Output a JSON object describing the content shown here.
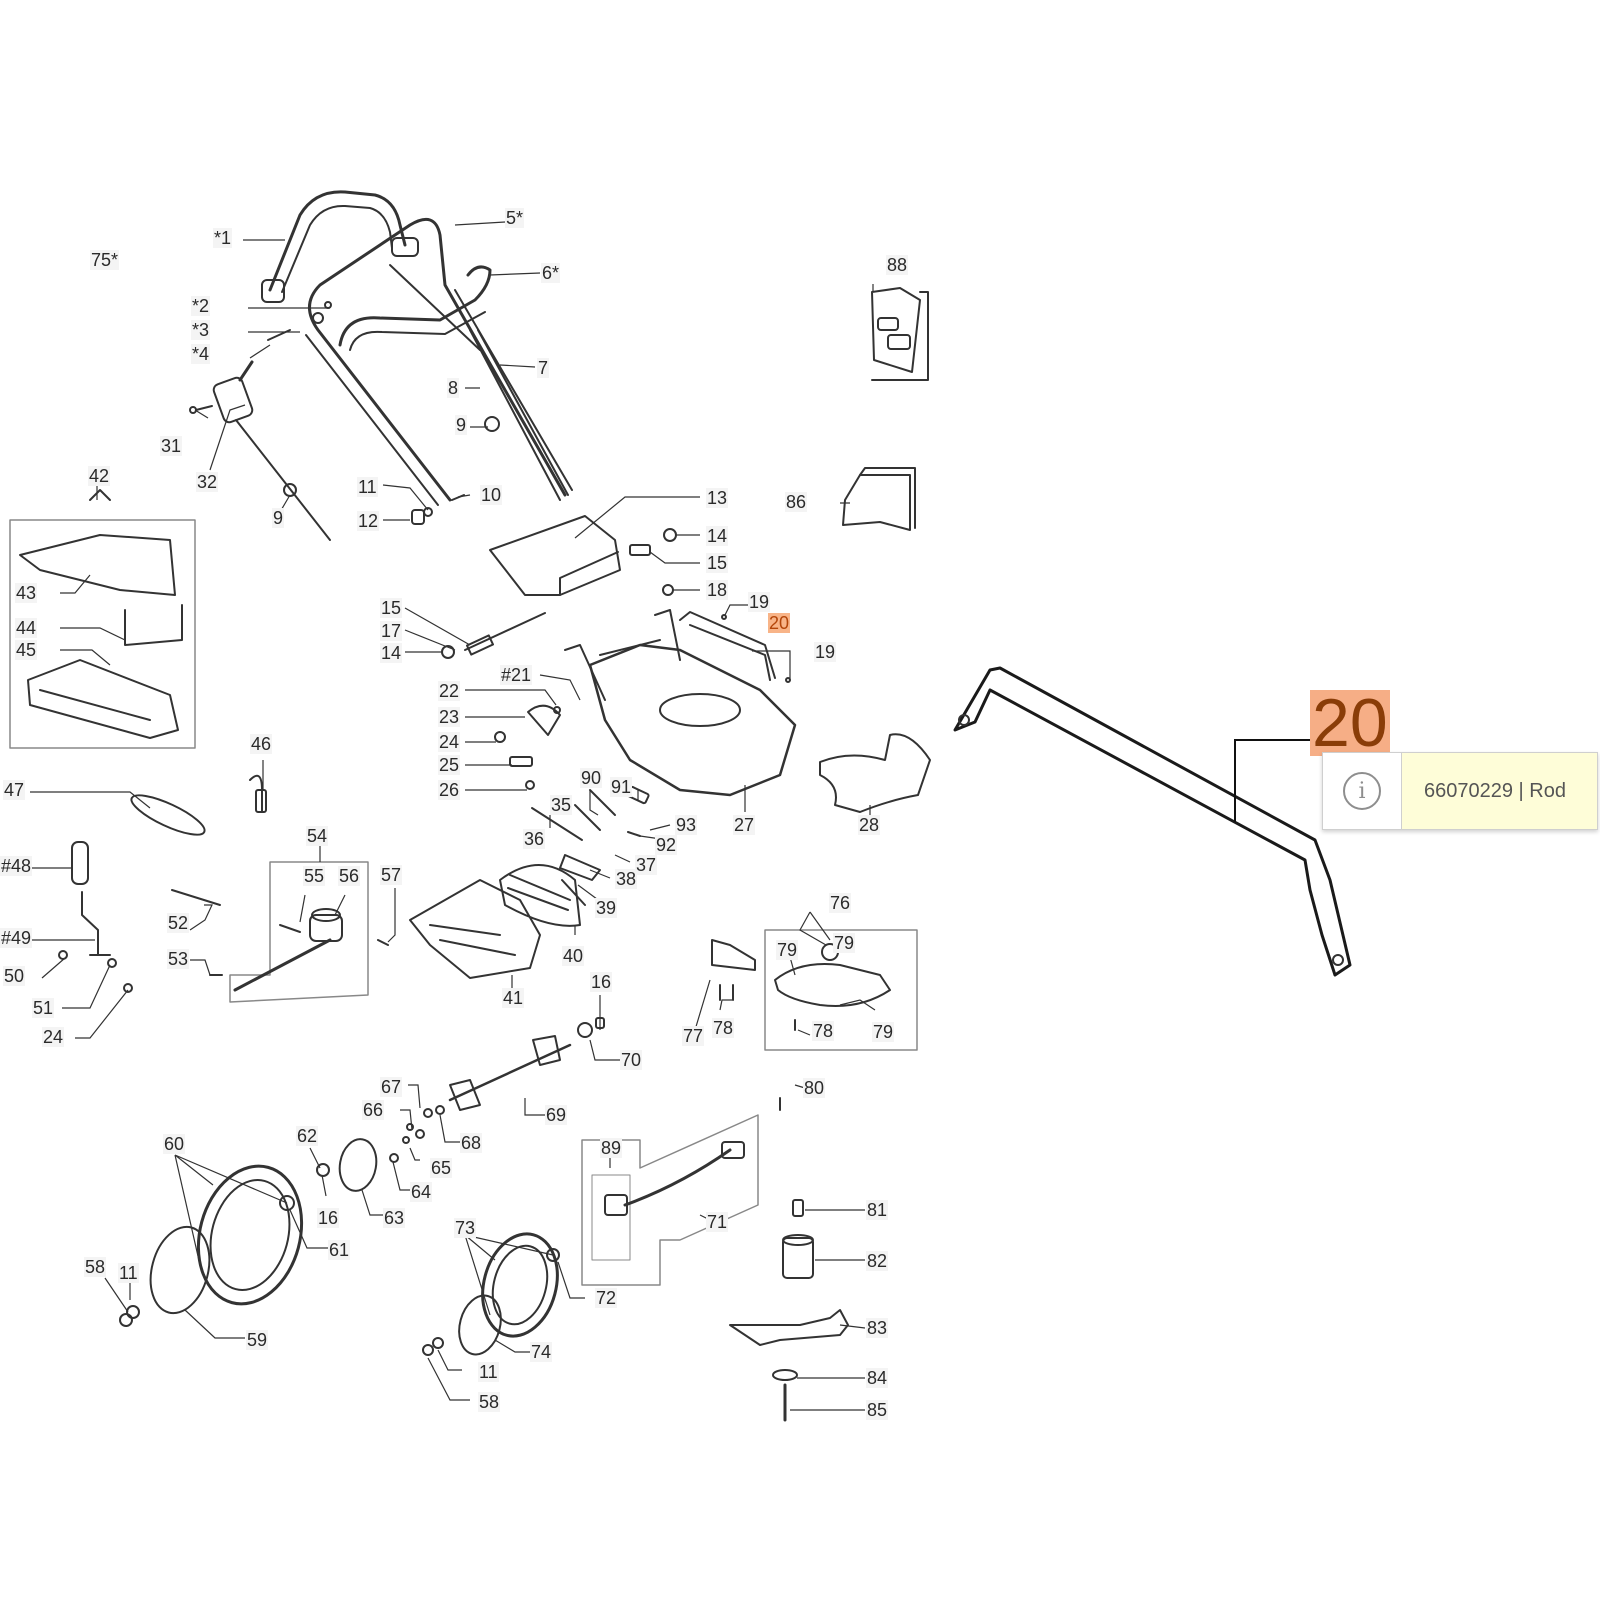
{
  "diagram": {
    "title": "Lawn mower exploded parts diagram",
    "selected_part": {
      "callout": "20",
      "part_number": "66070229",
      "separator": " | ",
      "description": "Rod",
      "tooltip_text": "66070229 | Rod",
      "highlight_color": "#f6ae86",
      "icon": "info-icon"
    },
    "callouts": [
      {
        "id": "c75",
        "text": "75*"
      },
      {
        "id": "c1",
        "text": "*1"
      },
      {
        "id": "c5",
        "text": "5*"
      },
      {
        "id": "c6",
        "text": "6*"
      },
      {
        "id": "c2",
        "text": "*2"
      },
      {
        "id": "c3",
        "text": "*3"
      },
      {
        "id": "c4",
        "text": "*4"
      },
      {
        "id": "c7",
        "text": "7"
      },
      {
        "id": "c8",
        "text": "8"
      },
      {
        "id": "c9a",
        "text": "9"
      },
      {
        "id": "c31",
        "text": "31"
      },
      {
        "id": "c32",
        "text": "32"
      },
      {
        "id": "c9b",
        "text": "9"
      },
      {
        "id": "c11a",
        "text": "11"
      },
      {
        "id": "c10",
        "text": "10"
      },
      {
        "id": "c12",
        "text": "12"
      },
      {
        "id": "c88",
        "text": "88"
      },
      {
        "id": "c86",
        "text": "86"
      },
      {
        "id": "c13",
        "text": "13"
      },
      {
        "id": "c14a",
        "text": "14"
      },
      {
        "id": "c15a",
        "text": "15"
      },
      {
        "id": "c18",
        "text": "18"
      },
      {
        "id": "c19a",
        "text": "19"
      },
      {
        "id": "c20",
        "text": "20"
      },
      {
        "id": "c19b",
        "text": "19"
      },
      {
        "id": "c42",
        "text": "42"
      },
      {
        "id": "c43",
        "text": "43"
      },
      {
        "id": "c44",
        "text": "44"
      },
      {
        "id": "c45",
        "text": "45"
      },
      {
        "id": "c15b",
        "text": "15"
      },
      {
        "id": "c17",
        "text": "17"
      },
      {
        "id": "c14b",
        "text": "14"
      },
      {
        "id": "c21",
        "text": "#21"
      },
      {
        "id": "c22",
        "text": "22"
      },
      {
        "id": "c23",
        "text": "23"
      },
      {
        "id": "c24a",
        "text": "24"
      },
      {
        "id": "c25",
        "text": "25"
      },
      {
        "id": "c26",
        "text": "26"
      },
      {
        "id": "c27",
        "text": "27"
      },
      {
        "id": "c28",
        "text": "28"
      },
      {
        "id": "c46",
        "text": "46"
      },
      {
        "id": "c47",
        "text": "47"
      },
      {
        "id": "c48",
        "text": "#48"
      },
      {
        "id": "c49",
        "text": "#49"
      },
      {
        "id": "c50",
        "text": "50"
      },
      {
        "id": "c51",
        "text": "51"
      },
      {
        "id": "c24b",
        "text": "24"
      },
      {
        "id": "c52",
        "text": "52"
      },
      {
        "id": "c53",
        "text": "53"
      },
      {
        "id": "c54",
        "text": "54"
      },
      {
        "id": "c55",
        "text": "55"
      },
      {
        "id": "c56",
        "text": "56"
      },
      {
        "id": "c57",
        "text": "57"
      },
      {
        "id": "c90",
        "text": "90"
      },
      {
        "id": "c91",
        "text": "91"
      },
      {
        "id": "c35",
        "text": "35"
      },
      {
        "id": "c36",
        "text": "36"
      },
      {
        "id": "c93",
        "text": "93"
      },
      {
        "id": "c92",
        "text": "92"
      },
      {
        "id": "c37",
        "text": "37"
      },
      {
        "id": "c38",
        "text": "38"
      },
      {
        "id": "c39",
        "text": "39"
      },
      {
        "id": "c40",
        "text": "40"
      },
      {
        "id": "c41",
        "text": "41"
      },
      {
        "id": "c76",
        "text": "76"
      },
      {
        "id": "c79a",
        "text": "79"
      },
      {
        "id": "c79b",
        "text": "79"
      },
      {
        "id": "c79c",
        "text": "79"
      },
      {
        "id": "c77",
        "text": "77"
      },
      {
        "id": "c78a",
        "text": "78"
      },
      {
        "id": "c78b",
        "text": "78"
      },
      {
        "id": "c80",
        "text": "80"
      },
      {
        "id": "c16a",
        "text": "16"
      },
      {
        "id": "c70",
        "text": "70"
      },
      {
        "id": "c69",
        "text": "69"
      },
      {
        "id": "c67",
        "text": "67"
      },
      {
        "id": "c66",
        "text": "66"
      },
      {
        "id": "c68",
        "text": "68"
      },
      {
        "id": "c65",
        "text": "65"
      },
      {
        "id": "c64",
        "text": "64"
      },
      {
        "id": "c62",
        "text": "62"
      },
      {
        "id": "c16b",
        "text": "16"
      },
      {
        "id": "c63",
        "text": "63"
      },
      {
        "id": "c60",
        "text": "60"
      },
      {
        "id": "c61",
        "text": "61"
      },
      {
        "id": "c58a",
        "text": "58"
      },
      {
        "id": "c11b",
        "text": "11"
      },
      {
        "id": "c59",
        "text": "59"
      },
      {
        "id": "c89",
        "text": "89"
      },
      {
        "id": "c71",
        "text": "71"
      },
      {
        "id": "c73",
        "text": "73"
      },
      {
        "id": "c72",
        "text": "72"
      },
      {
        "id": "c74",
        "text": "74"
      },
      {
        "id": "c11c",
        "text": "11"
      },
      {
        "id": "c58b",
        "text": "58"
      },
      {
        "id": "c81",
        "text": "81"
      },
      {
        "id": "c82",
        "text": "82"
      },
      {
        "id": "c83",
        "text": "83"
      },
      {
        "id": "c84",
        "text": "84"
      },
      {
        "id": "c85",
        "text": "85"
      }
    ]
  }
}
